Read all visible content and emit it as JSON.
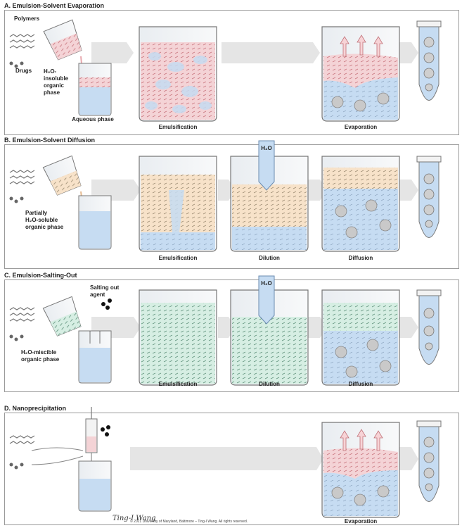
{
  "panels": {
    "a": {
      "title": "A. Emulsion-Solvent Evaporation",
      "polymers": "Polymers",
      "drugs": "Drugs",
      "organic_l1": "H₂O-",
      "organic_l2": "insoluble",
      "organic_l3": "organic",
      "organic_l4": "phase",
      "aqueous": "Aqueous phase",
      "step1": "Emulsification",
      "step2": "Evaporation"
    },
    "b": {
      "title": "B. Emulsion-Solvent Diffusion",
      "organic_l1": "Partially",
      "organic_l2": "H₂O-soluble",
      "organic_l3": "organic phase",
      "water": "H₂O",
      "step1": "Emulsification",
      "step2": "Dilution",
      "step3": "Diffusion"
    },
    "c": {
      "title": "C. Emulsion-Salting-Out",
      "salting_l1": "Salting out",
      "salting_l2": "agent",
      "organic_l1": "H₂O-miscible",
      "organic_l2": "organic phase",
      "water": "H₂O",
      "step1": "Emulsification",
      "step2": "Dilution",
      "step3": "Diffusion"
    },
    "d": {
      "title": "D. Nanoprecipitation",
      "step1": "Evaporation"
    }
  },
  "credit": "© 2021 University of Maryland, Baltimore – Ting-I Wang. All rights reserved.",
  "colors": {
    "pink": "#f2c4c8",
    "orange": "#f6dcc0",
    "green": "#cfeadf",
    "water": "#bcd6f0",
    "arrow": "#e6e6e6"
  }
}
